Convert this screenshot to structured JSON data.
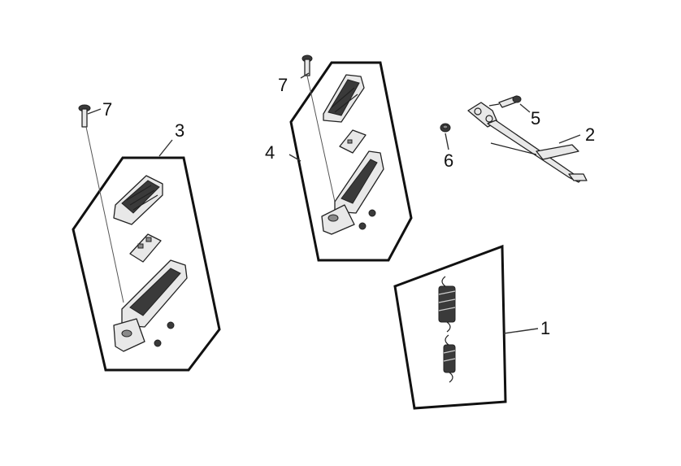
{
  "callouts": {
    "c1": "1",
    "c2": "2",
    "c3": "3",
    "c4": "4",
    "c5": "5",
    "c6": "6",
    "c7a": "7",
    "c7b": "7"
  },
  "colors": {
    "line": "#111111",
    "fill": "#e8e8e8",
    "rubber": "#3a3a3a"
  }
}
